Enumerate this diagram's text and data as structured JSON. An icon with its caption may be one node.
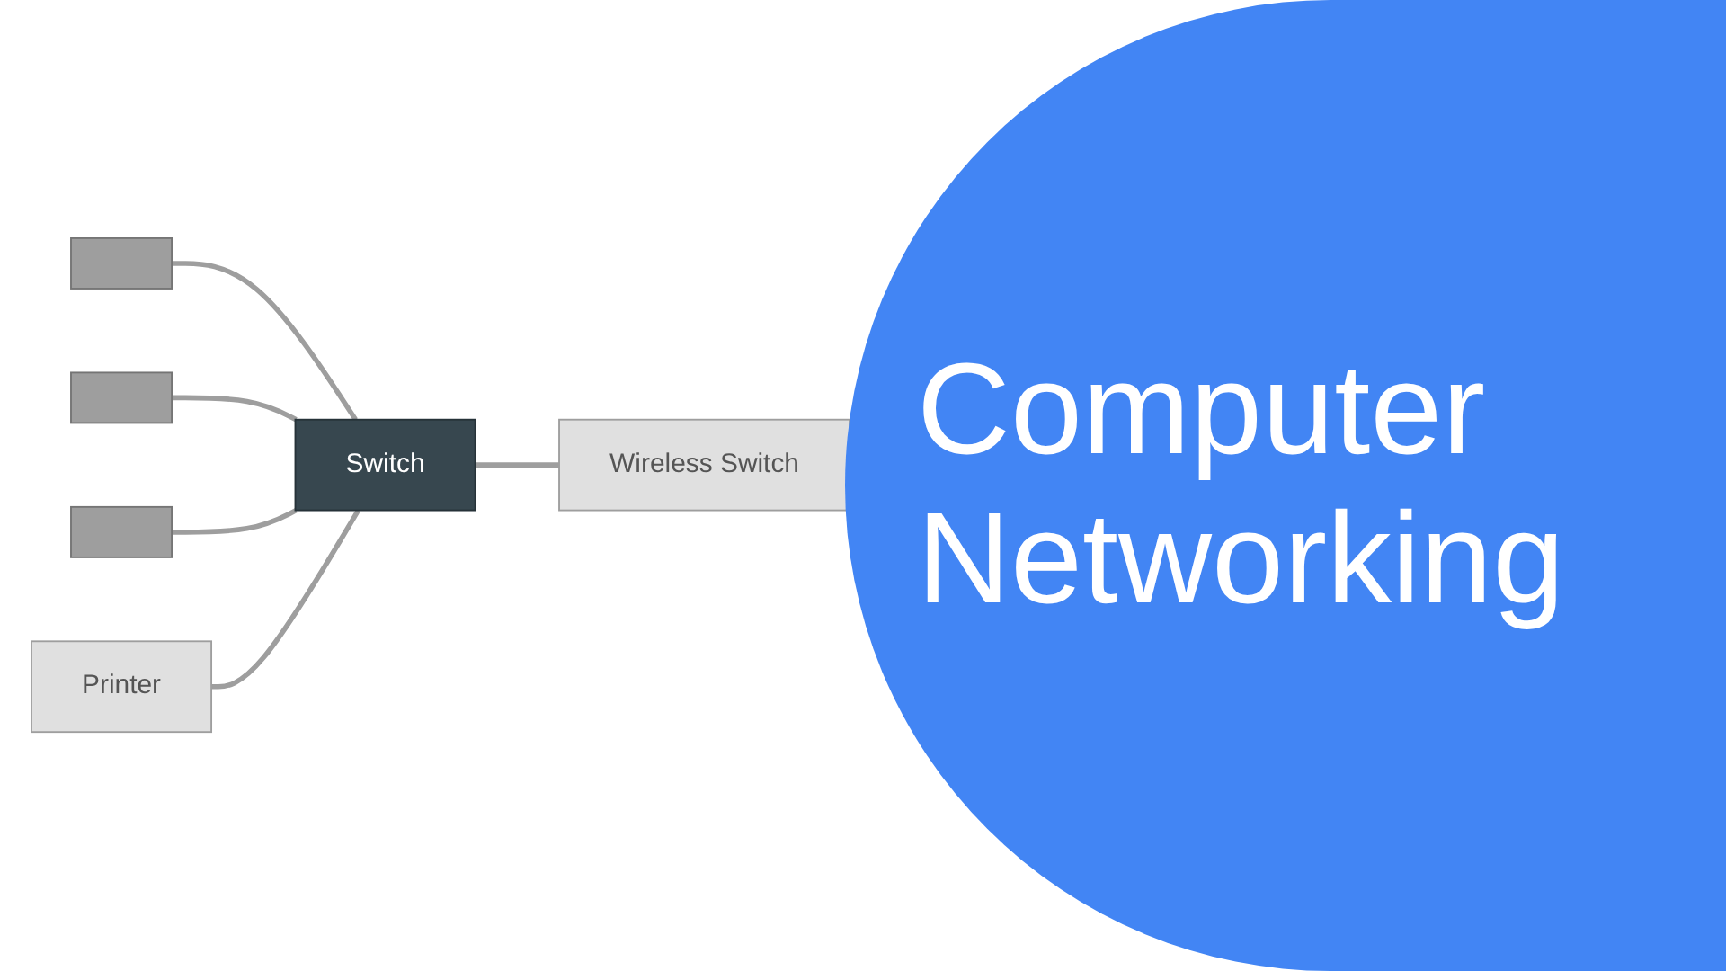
{
  "diagram": {
    "title": "Computer Networking",
    "nodes": [
      {
        "text": [],
        "shape": "box"
      },
      {
        "text": [],
        "shape": "box"
      },
      {
        "text": [],
        "shape": "box"
      },
      {
        "text": [
          "Printer"
        ]
      },
      {
        "text": [
          "Switch"
        ]
      },
      {
        "text": [
          "Wireless Switch"
        ]
      }
    ],
    "edges": [
      {
        "from": 0,
        "to": 4,
        "arrow": "none"
      },
      {
        "from": 1,
        "to": 4,
        "arrow": "none"
      },
      {
        "from": 2,
        "to": 4,
        "arrow": "none"
      },
      {
        "from": 3,
        "to": 4,
        "arrow": "none"
      },
      {
        "from": 4,
        "to": 5,
        "arrow": "none"
      }
    ]
  }
}
